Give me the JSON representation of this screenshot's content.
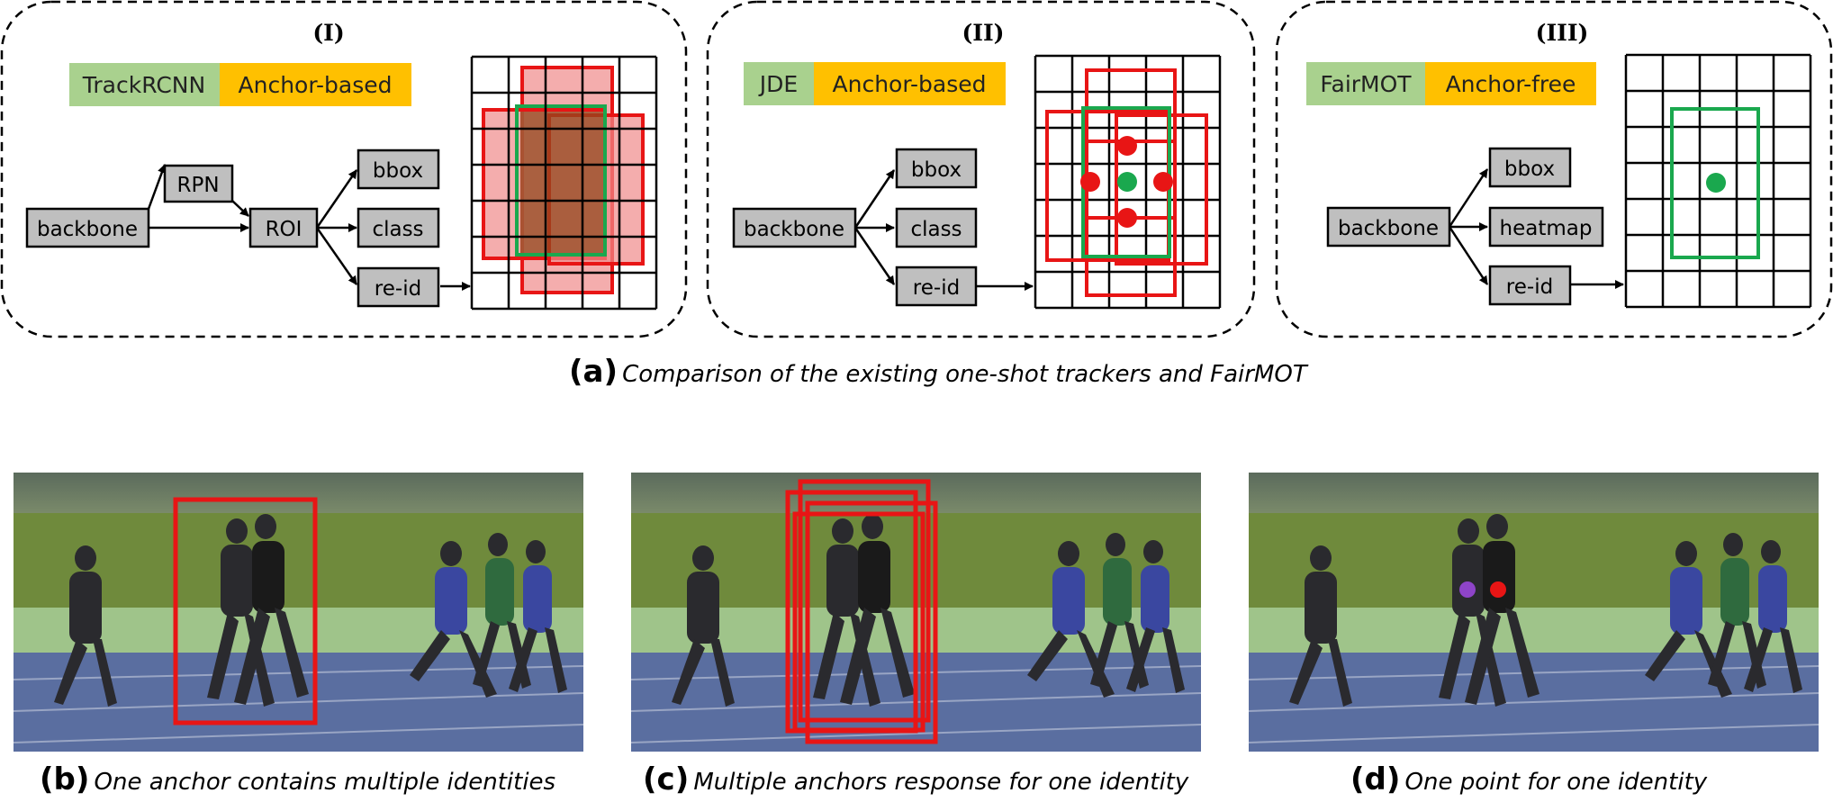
{
  "panels": [
    {
      "roman": "(I)",
      "method": "TrackRCNN",
      "anchor_type": "Anchor-based",
      "nodes": {
        "backbone": "backbone",
        "rpn": "RPN",
        "roi": "ROI",
        "bbox": "bbox",
        "class": "class",
        "reid": "re-id"
      }
    },
    {
      "roman": "(II)",
      "method": "JDE",
      "anchor_type": "Anchor-based",
      "nodes": {
        "backbone": "backbone",
        "bbox": "bbox",
        "class": "class",
        "reid": "re-id"
      }
    },
    {
      "roman": "(III)",
      "method": "FairMOT",
      "anchor_type": "Anchor-free",
      "nodes": {
        "backbone": "backbone",
        "bbox": "bbox",
        "heatmap": "heatmap",
        "reid": "re-id"
      }
    }
  ],
  "caption_a": {
    "letter": "(a)",
    "text": "Comparison of the existing one-shot trackers and FairMOT"
  },
  "caption_b": {
    "letter": "(b)",
    "text": "One anchor contains multiple identities"
  },
  "caption_c": {
    "letter": "(c)",
    "text": "Multiple anchors response for one identity"
  },
  "caption_d": {
    "letter": "(d)",
    "text": "One point for one identity"
  },
  "colors": {
    "method_bg": "#a9d18e",
    "anchor_bg": "#ffc000",
    "node_bg": "#bfbfbf",
    "anchor_box": "#e81515",
    "gt_box": "#1aa84e",
    "purple_point": "#8e44c8"
  }
}
